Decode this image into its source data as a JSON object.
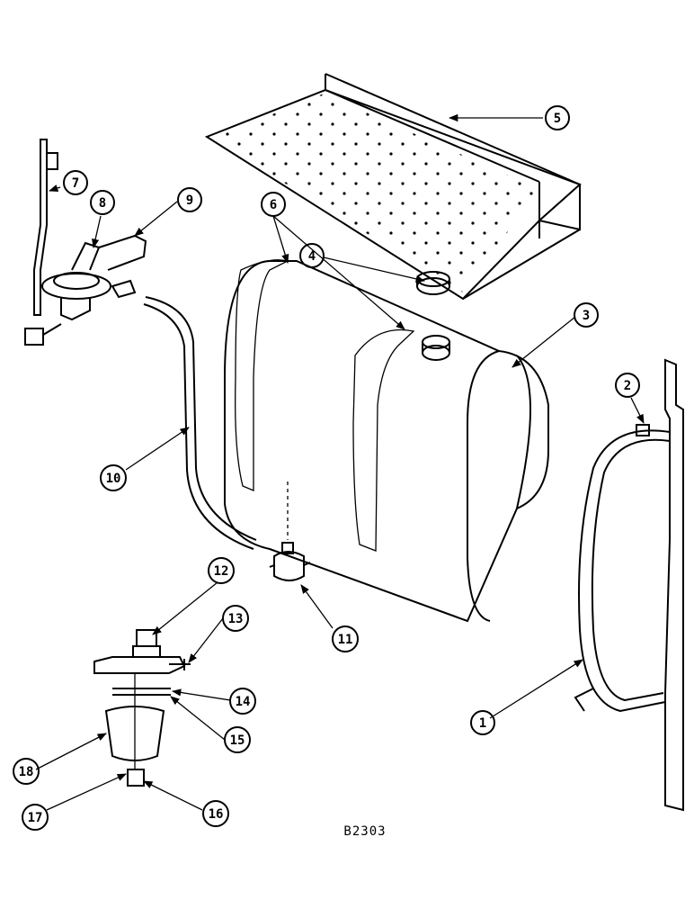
{
  "drawing_code": "B2303",
  "callouts": [
    "1",
    "2",
    "3",
    "4",
    "5",
    "6",
    "7",
    "8",
    "9",
    "10",
    "11",
    "12",
    "13",
    "14",
    "15",
    "16",
    "17",
    "18"
  ]
}
